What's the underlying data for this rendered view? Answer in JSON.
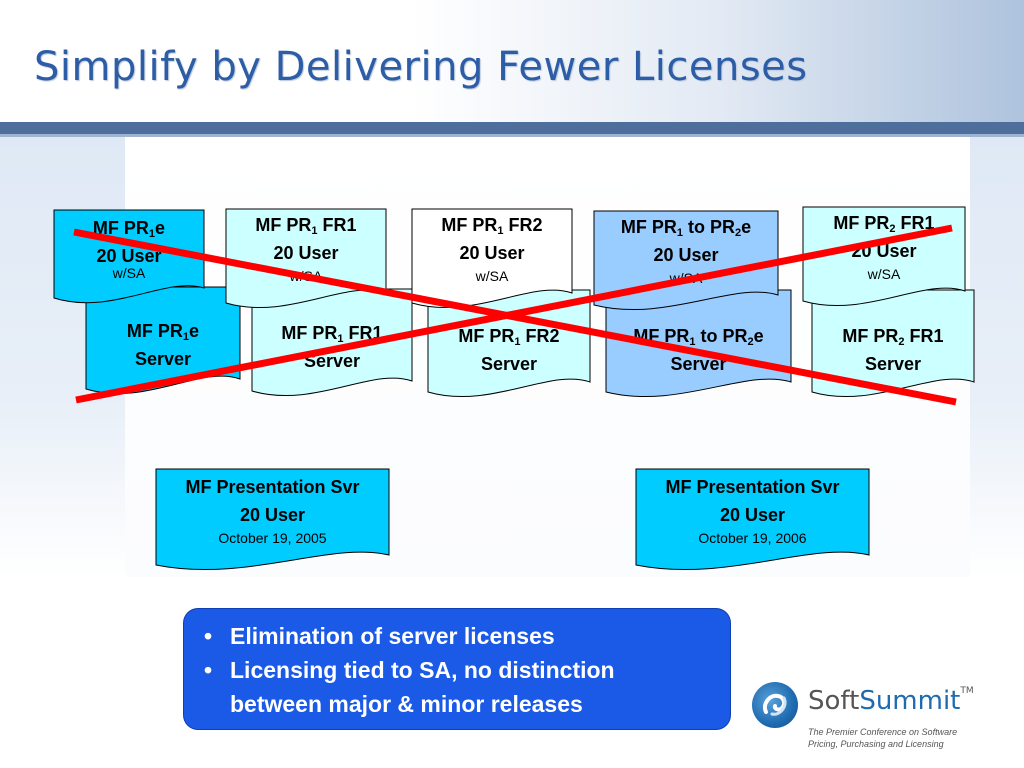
{
  "slide": {
    "title": "Simplify by Delivering Fewer Licenses"
  },
  "licenses": {
    "top": [
      {
        "pre": "MF PR",
        "sub": "1",
        "mid": "e",
        "sub2": "",
        "post": "",
        "line2": "20 User",
        "note": "w/SA"
      },
      {
        "pre": "MF PR",
        "sub": "1",
        "mid": " FR1",
        "sub2": "",
        "post": "",
        "line2": "20 User",
        "note": "w/SA"
      },
      {
        "pre": "MF PR",
        "sub": "1",
        "mid": " FR2",
        "sub2": "",
        "post": "",
        "line2": "20 User",
        "note": "w/SA"
      },
      {
        "pre": "MF PR",
        "sub": "1",
        "mid": " to PR",
        "sub2": "2",
        "post": "e",
        "line2": "20 User",
        "note": "w/SA"
      },
      {
        "pre": "MF PR",
        "sub": "2",
        "mid": " FR1",
        "sub2": "",
        "post": "",
        "line2": "20 User",
        "note": "w/SA"
      }
    ],
    "bottom": [
      {
        "pre": "MF PR",
        "sub": "1",
        "mid": "e",
        "sub2": "",
        "post": "",
        "line2": "Server"
      },
      {
        "pre": "MF PR",
        "sub": "1",
        "mid": " FR1",
        "sub2": "",
        "post": "",
        "line2": "Server"
      },
      {
        "pre": "MF PR",
        "sub": "1",
        "mid": " FR2",
        "sub2": "",
        "post": "",
        "line2": "Server"
      },
      {
        "pre": "MF PR",
        "sub": "1",
        "mid": " to PR",
        "sub2": "2",
        "post": "e",
        "line2": "Server"
      },
      {
        "pre": "MF PR",
        "sub": "2",
        "mid": " FR1",
        "sub2": "",
        "post": "",
        "line2": "Server"
      }
    ],
    "presentation": [
      {
        "line1": "MF Presentation Svr",
        "line2": "20 User",
        "date": "October 19, 2005"
      },
      {
        "line1": "MF Presentation Svr",
        "line2": "20 User",
        "date": "October 19, 2006"
      }
    ]
  },
  "bullets": [
    {
      "dot": "•",
      "line1": "Elimination of server licenses",
      "line2": ""
    },
    {
      "dot": "•",
      "line1": "Licensing tied to SA, no distinction",
      "line2": "between major & minor releases"
    }
  ],
  "logo": {
    "brand_a": "Soft",
    "brand_b": "Summit",
    "tm": "TM",
    "tagline1": "The Premier Conference on Software",
    "tagline2": "Pricing, Purchasing and Licensing"
  },
  "colors": {
    "title": "#2d5da6",
    "cyan_fill": "#00ccff",
    "light_fill": "#ccffff",
    "blue_fill": "#99ccff",
    "cross": "#ff0000",
    "bullet_box": "#1b5ae6"
  }
}
